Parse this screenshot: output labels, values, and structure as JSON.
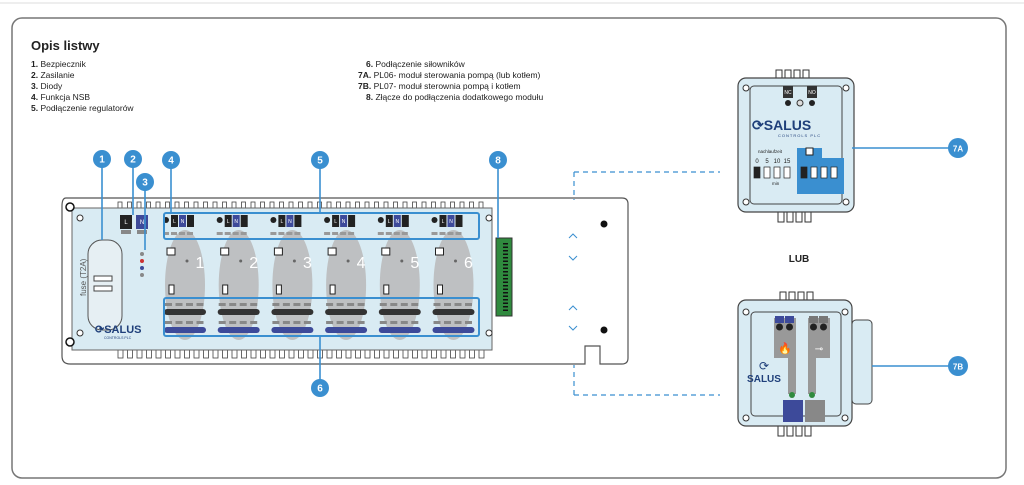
{
  "title": "Opis listwy",
  "legend_left": [
    {
      "num": "1.",
      "label": "Bezpiecznik"
    },
    {
      "num": "2.",
      "label": "Zasilanie"
    },
    {
      "num": "3.",
      "label": "Diody"
    },
    {
      "num": "4.",
      "label": "Funkcja NSB"
    },
    {
      "num": "5.",
      "label": "Podłączenie regulatorów"
    }
  ],
  "legend_right": [
    {
      "num": "6.",
      "label": "Podłączenie siłowników"
    },
    {
      "num": "7A.",
      "label": "PL06- moduł sterowania pompą (lub kotłem)"
    },
    {
      "num": "7B.",
      "label": "PL07- moduł sterownia pompą i kotłem"
    },
    {
      "num": "8.",
      "label": "Złącze do podłączenia dodatkowego modułu"
    }
  ],
  "callouts": [
    "1",
    "2",
    "3",
    "4",
    "5",
    "6",
    "8",
    "7A",
    "7B"
  ],
  "strip": {
    "fuse_label": "fuse (T2A)",
    "power_terminals": [
      "L",
      "N"
    ],
    "zone_terminals": [
      "L",
      "N"
    ],
    "zones": [
      "1",
      "2",
      "3",
      "4",
      "5",
      "6"
    ],
    "brand": "SALUS",
    "brand_sub": "CONTROLS PLC"
  },
  "module_7a": {
    "relay_labels": [
      "NC",
      "NO"
    ],
    "brand": "SALUS",
    "brand_sub": "CONTROLS PLC",
    "nachlauf_label": "nachlaufzeit",
    "times": [
      "0",
      "5",
      "10",
      "15"
    ],
    "unit": "min"
  },
  "or_label": "LUB",
  "module_7b": {
    "brand": "SALUS"
  },
  "colors": {
    "accent": "#3a8fd0",
    "plate": "#d9ebf3",
    "zone": "#b9b9b9",
    "connector": "#2f8a3e"
  }
}
